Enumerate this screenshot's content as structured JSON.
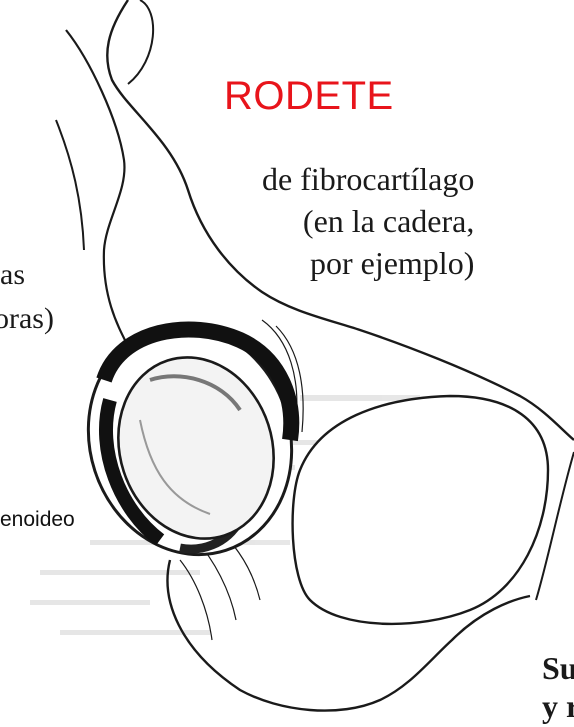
{
  "title": "RODETE",
  "caption": {
    "line1": "de fibrocartílago",
    "line2": "(en la cadera,",
    "line3": "por ejemplo)"
  },
  "fragments": {
    "left_top": "as",
    "left_mid": "oras)",
    "left_low": "enoideo",
    "bottom_right_1": "Su",
    "bottom_right_2": "y r"
  },
  "colors": {
    "title": "#e8141b",
    "ink": "#1a1a1a"
  }
}
